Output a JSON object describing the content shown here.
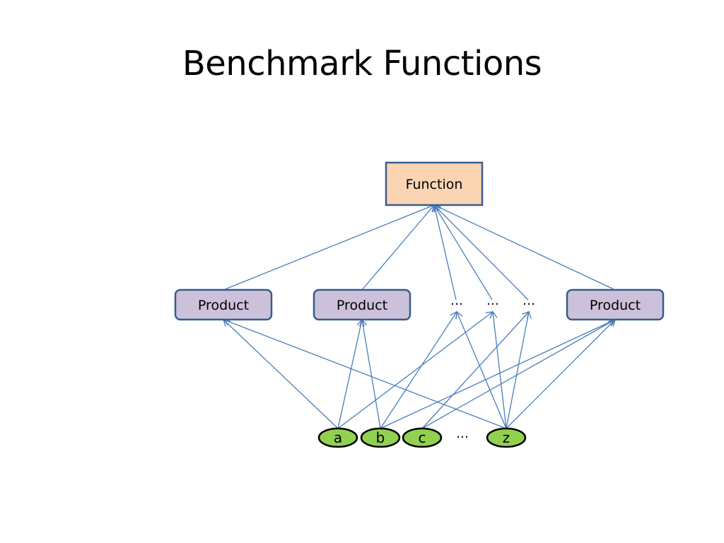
{
  "slide": {
    "title": "Benchmark Functions"
  },
  "colors": {
    "edge": "#4a7ebb",
    "function_fill": "#fbd4b4",
    "function_border": "#385d8a",
    "product_fill": "#ccc1da",
    "product_border": "#385d8a",
    "variable_fill": "#92d050",
    "variable_border": "#000000"
  },
  "diagram": {
    "nodes": [
      {
        "id": "function",
        "kind": "function",
        "label": "Function"
      },
      {
        "id": "p1",
        "kind": "product",
        "label": "Product"
      },
      {
        "id": "p2",
        "kind": "product",
        "label": "Product"
      },
      {
        "id": "e1",
        "kind": "ellipsis",
        "label": "…"
      },
      {
        "id": "e2",
        "kind": "ellipsis",
        "label": "…"
      },
      {
        "id": "e3",
        "kind": "ellipsis",
        "label": "…"
      },
      {
        "id": "p4",
        "kind": "product",
        "label": "Product"
      },
      {
        "id": "a",
        "kind": "variable",
        "label": "a"
      },
      {
        "id": "b",
        "kind": "variable",
        "label": "b"
      },
      {
        "id": "c",
        "kind": "variable",
        "label": "c"
      },
      {
        "id": "vdots",
        "kind": "ellipsis",
        "label": "…"
      },
      {
        "id": "z",
        "kind": "variable",
        "label": "z"
      }
    ],
    "edges": [
      {
        "from": "p1",
        "to": "function"
      },
      {
        "from": "p2",
        "to": "function"
      },
      {
        "from": "e1",
        "to": "function"
      },
      {
        "from": "e2",
        "to": "function"
      },
      {
        "from": "e3",
        "to": "function"
      },
      {
        "from": "p4",
        "to": "function"
      },
      {
        "from": "a",
        "to": "p1"
      },
      {
        "from": "a",
        "to": "p2"
      },
      {
        "from": "a",
        "to": "e2"
      },
      {
        "from": "b",
        "to": "p2"
      },
      {
        "from": "b",
        "to": "e1"
      },
      {
        "from": "b",
        "to": "p4"
      },
      {
        "from": "c",
        "to": "e3"
      },
      {
        "from": "c",
        "to": "p4"
      },
      {
        "from": "z",
        "to": "p1"
      },
      {
        "from": "z",
        "to": "e1"
      },
      {
        "from": "z",
        "to": "e2"
      },
      {
        "from": "z",
        "to": "e3"
      },
      {
        "from": "z",
        "to": "p4"
      }
    ]
  }
}
